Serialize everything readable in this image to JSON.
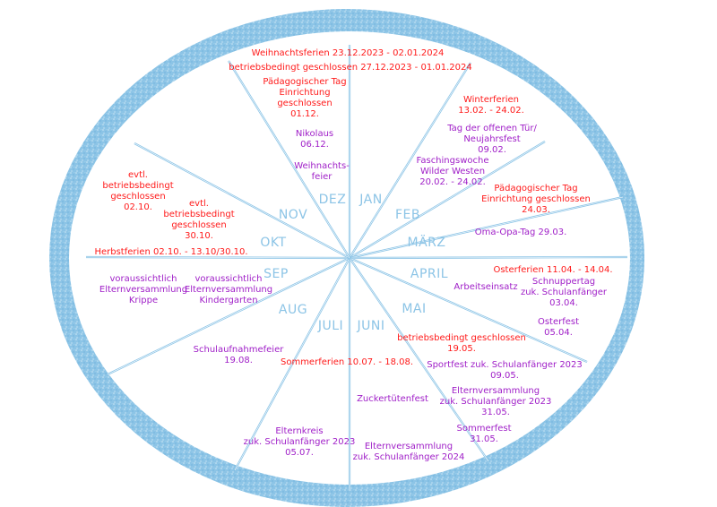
{
  "colors": {
    "ring": "#8cc4e6",
    "ring_light": "#bfe0f3",
    "spoke": "#8cc4e6",
    "month_text": "#8cc4e6",
    "holiday_red": "#ff1a1a",
    "event_purple": "#a020c8"
  },
  "months": [
    {
      "key": "jan",
      "label": "JAN"
    },
    {
      "key": "feb",
      "label": "FEB"
    },
    {
      "key": "maerz",
      "label": "MÄRZ"
    },
    {
      "key": "april",
      "label": "APRIL"
    },
    {
      "key": "mai",
      "label": "MAI"
    },
    {
      "key": "juni",
      "label": "JUNI"
    },
    {
      "key": "juli",
      "label": "JULI"
    },
    {
      "key": "aug",
      "label": "AUG"
    },
    {
      "key": "sep",
      "label": "SEP"
    },
    {
      "key": "okt",
      "label": "OKT"
    },
    {
      "key": "nov",
      "label": "NOV"
    },
    {
      "key": "dez",
      "label": "DEZ"
    }
  ],
  "entries": [
    {
      "id": "weihnachtsferien",
      "color": "red",
      "text": "Weihnachtsferien 23.12.2023 - 02.01.2024"
    },
    {
      "id": "betrieb-27-12",
      "color": "red",
      "text": "betriebsbedingt geschlossen 27.12.2023 - 01.01.2024"
    },
    {
      "id": "paed-tag-dez",
      "color": "red",
      "text": "Pädagogischer Tag\nEinrichtung\ngeschlossen\n01.12."
    },
    {
      "id": "nikolaus",
      "color": "purple",
      "text": "Nikolaus\n06.12."
    },
    {
      "id": "weihnachtsfeier",
      "color": "purple",
      "text": "Weihnachts-\nfeier"
    },
    {
      "id": "winterferien",
      "color": "red",
      "text": "Winterferien\n13.02. - 24.02."
    },
    {
      "id": "tag-offene-tuer",
      "color": "purple",
      "text": "Tag der offenen Tür/\nNeujahrsfest\n09.02."
    },
    {
      "id": "faschingswoche",
      "color": "purple",
      "text": "Faschingswoche\nWilder Westen\n20.02. - 24.02."
    },
    {
      "id": "paed-tag-maerz",
      "color": "red",
      "text": "Pädagogischer Tag\nEinrichtung geschlossen\n24.03."
    },
    {
      "id": "oma-opa-tag",
      "color": "purple",
      "text": "Oma-Opa-Tag 29.03."
    },
    {
      "id": "osterferien",
      "color": "red",
      "text": "Osterferien 11.04. - 14.04."
    },
    {
      "id": "arbeitseinsatz",
      "color": "purple",
      "text": "Arbeitseinsatz"
    },
    {
      "id": "schnuppertag",
      "color": "purple",
      "text": "Schnuppertag\nzuk. Schulanfänger\n03.04."
    },
    {
      "id": "osterfest",
      "color": "purple",
      "text": "Osterfest\n05.04."
    },
    {
      "id": "betrieb-19-05",
      "color": "red",
      "text": "betriebsbedingt geschlossen\n19.05."
    },
    {
      "id": "sportfest",
      "color": "purple",
      "text": "Sportfest zuk. Schulanfänger 2023\n09.05."
    },
    {
      "id": "elternvers-2023",
      "color": "purple",
      "text": "Elternversammlung\nzuk. Schulanfänger 2023\n31.05."
    },
    {
      "id": "sommerfest",
      "color": "purple",
      "text": "Sommerfest\n31.05."
    },
    {
      "id": "zuckertuetenfest",
      "color": "purple",
      "text": "Zuckertütenfest"
    },
    {
      "id": "elternvers-2024",
      "color": "purple",
      "text": "Elternversammlung\nzuk. Schulanfänger 2024"
    },
    {
      "id": "sommerferien",
      "color": "red",
      "text": "Sommerferien 10.07. - 18.08."
    },
    {
      "id": "elternkreis",
      "color": "purple",
      "text": "Elternkreis\nzuk. Schulanfänger 2023\n05.07."
    },
    {
      "id": "schulaufnahmefeier",
      "color": "purple",
      "text": "Schulaufnahmefeier\n19.08."
    },
    {
      "id": "elternvers-krippe",
      "color": "purple",
      "text": "voraussichtlich\nElternversammlung\nKrippe"
    },
    {
      "id": "elternvers-kiga",
      "color": "purple",
      "text": "voraussichtlich\nElternversammlung\nKindergarten"
    },
    {
      "id": "herbstferien",
      "color": "red",
      "text": "Herbstferien 02.10. - 13.10/30.10."
    },
    {
      "id": "evtl-02-10",
      "color": "red",
      "text": "evtl.\nbetriebsbedingt\ngeschlossen\n02.10."
    },
    {
      "id": "evtl-30-10",
      "color": "red",
      "text": "evtl.\nbetriebsbedingt\ngeschlossen\n30.10."
    }
  ]
}
